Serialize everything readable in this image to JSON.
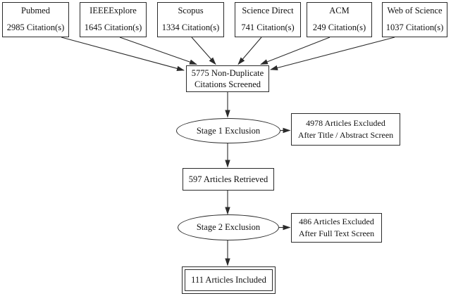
{
  "sources": [
    {
      "name": "Pubmed",
      "citations": "2985 Citation(s)"
    },
    {
      "name": "IEEEExplore",
      "citations": "1645 Citation(s)"
    },
    {
      "name": "Scopus",
      "citations": "1334 Citation(s)"
    },
    {
      "name": "Science Direct",
      "citations": "741 Citation(s)"
    },
    {
      "name": "ACM",
      "citations": "249 Citation(s)"
    },
    {
      "name": "Web of Science",
      "citations": "1037 Citation(s)"
    }
  ],
  "screened": {
    "line1": "5775 Non-Duplicate",
    "line2": "Citations Screened"
  },
  "stage1": {
    "label": "Stage 1 Exclusion"
  },
  "stage1_excluded": {
    "line1": "4978 Articles Excluded",
    "line2": "After Title / Abstract Screen"
  },
  "retrieved": {
    "label": "597 Articles Retrieved"
  },
  "stage2": {
    "label": "Stage 2 Exclusion"
  },
  "stage2_excluded": {
    "line1": "486 Articles Excluded",
    "line2": "After Full Text Screen"
  },
  "included": {
    "label": "111 Articles Included"
  },
  "colors": {
    "line": "#2b2b2b",
    "text": "#111111",
    "background": "#ffffff"
  }
}
